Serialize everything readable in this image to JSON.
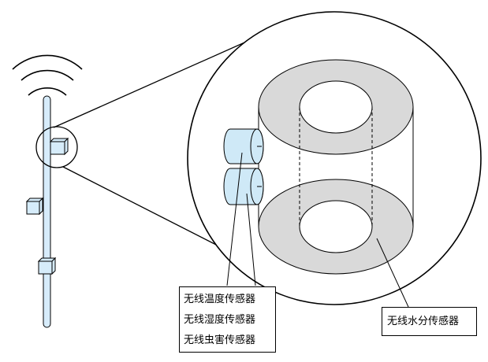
{
  "labels": {
    "left_sensors": [
      "无线温度传感器",
      "无线湿度传感器",
      "无线虫害传感器"
    ],
    "right_sensor": "无线水分传感器"
  },
  "colors": {
    "stroke": "#000000",
    "ring_fill": "#d9d9d9",
    "sensor_fill": "#cfe9f7",
    "pole_fill": "#d7ecfb",
    "box_fill": "#d6ecfa",
    "background": "#ffffff"
  },
  "icons": [
    "wifi-signal-icon",
    "sensor-box-icon",
    "cylinder-sensor-icon"
  ]
}
